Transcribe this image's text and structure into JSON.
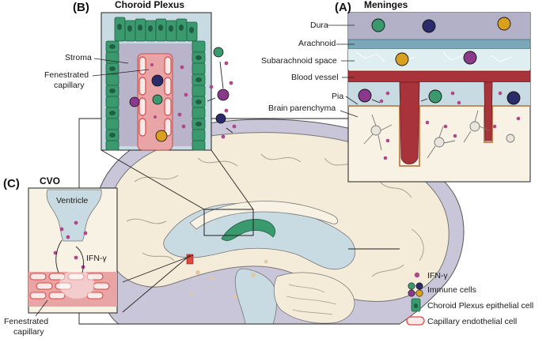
{
  "panels": {
    "b": {
      "letter": "(B)",
      "title": "Choroid Plexus",
      "labels": {
        "stroma": "Stroma",
        "fenestrated_line1": "Fenestrated",
        "fenestrated_line2": "capillary"
      }
    },
    "a": {
      "letter": "(A)",
      "title": "Meninges",
      "labels": {
        "dura": "Dura",
        "arachnoid": "Arachnoid",
        "subarachnoid": "Subarachnoid space",
        "blood_vessel": "Blood vessel",
        "pia": "Pia",
        "parenchyma": "Brain parenchyma"
      }
    },
    "c": {
      "letter": "(C)",
      "title": "CVO",
      "labels": {
        "ventricle": "Ventricle",
        "ifn": "IFN-γ",
        "fenestrated_line1": "Fenestrated",
        "fenestrated_line2": "capillary"
      }
    }
  },
  "legend": {
    "ifn": "IFN-γ",
    "immune": "Immune cells",
    "epithelial": "Choroid Plexus epithelial cell",
    "endothelial": "Capillary endothelial cell"
  },
  "colors": {
    "epithelial": "#3a9a6e",
    "epithelial_dark": "#1f5e44",
    "capillary": "#e9a5a5",
    "endothelial": "#e0473f",
    "ifn": "#b0478c",
    "stroma": "#b9b4c9",
    "csf": "#c9dbe2",
    "vessel": "#a9333a",
    "dura": "#b3b1c8",
    "brain": "#f4ecd9"
  }
}
